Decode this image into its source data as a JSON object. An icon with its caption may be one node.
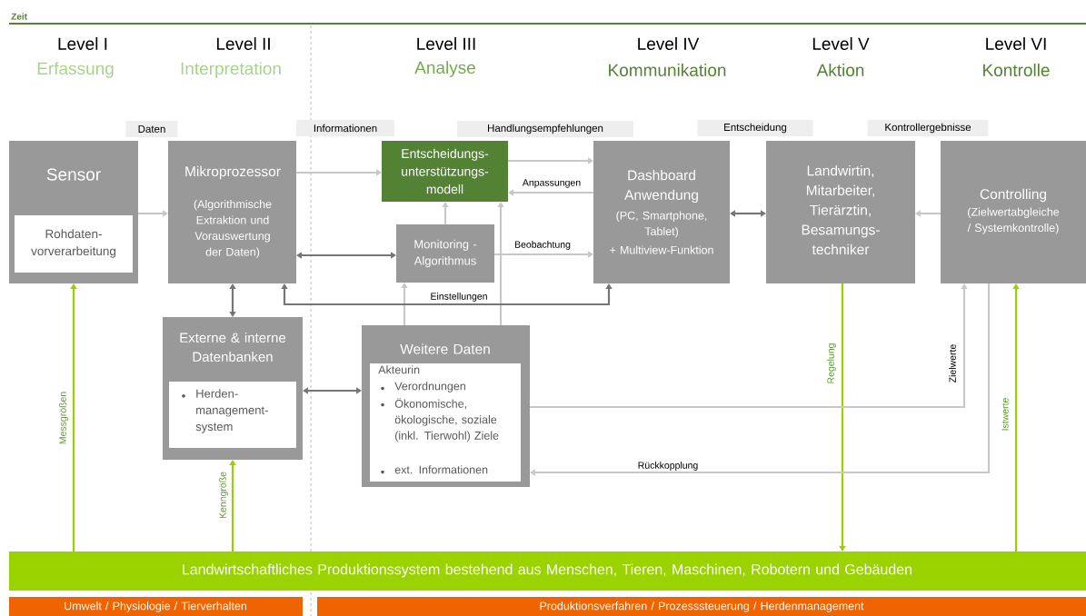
{
  "diagram": {
    "nodes": [
      {
        "text": [
          "Sensor"
        ]
      },
      {
        "text": [
          "Rohdaten- vorverarbeitung"
        ],
        "in": 0
      },
      {
        "text": [
          "Mikroprozessor",
          "(Algorithmische Extraktion und Vorauswertung der Daten)"
        ]
      },
      {
        "text": [
          "Entscheidungs- unterstützungs- modell"
        ]
      },
      {
        "text": [
          "Monitoring - Algorithmus"
        ]
      },
      {
        "text": [
          "Dashboard Anwendung",
          "(PC, Smartphone, Tablet)",
          "+ Multiview-Funktion"
        ]
      },
      {
        "text": [
          "Landwirtin, Mitarbeiter, Tierärztin, Besamungs- techniker"
        ]
      },
      {
        "text": [
          "Controlling",
          "(Zielwertabgleiche / Systemkontrolle)"
        ]
      },
      {
        "text": [
          "Externe & interne Datenbanken"
        ]
      },
      {
        "text": [
          "Herden- management- system"
        ],
        "in": 8
      },
      {
        "text": [
          "Weitere Daten"
        ]
      },
      {
        "text": [
          "Akteurin",
          "Verordnungen",
          "Ökonomische, ökologische, soziale (inkl. Tierwohl) Ziele",
          "ext. Informationen"
        ],
        "in": 10
      },
      {
        "text": [
          "Landwirtschaftliches Produktionssystem bestehend aus Menschen, Tieren, Maschinen, Robotern und Gebäuden"
        ]
      },
      {
        "text": [
          "Umwelt / Physiologie / Tierverhalten"
        ]
      },
      {
        "text": [
          "Produktionsverfahren  / Prozesssteuerung / Herdenmanagement"
        ]
      }
    ],
    "edges": [
      {
        "from": 0,
        "to": 2,
        "arrow": "to"
      },
      {
        "from": 2,
        "to": 3,
        "arrow": "to"
      },
      {
        "from": 3,
        "to": 5,
        "arrow": "to"
      },
      {
        "from": 5,
        "to": 3,
        "arrow": "to",
        "label": "Anpassungen"
      },
      {
        "from": 2,
        "to": 4,
        "arrow": "both",
        "color": "#767676"
      },
      {
        "from": 4,
        "to": 3,
        "arrow": "to"
      },
      {
        "from": 4,
        "to": 5,
        "arrow": "to",
        "label": "Beobachtung"
      },
      {
        "from": 10,
        "to": 4,
        "arrow": "to"
      },
      {
        "from": 10,
        "to": 3,
        "arrow": "to"
      },
      {
        "from": 2,
        "to": 5,
        "arrow": "both",
        "label": "Einstellungen",
        "color": "#767676"
      },
      {
        "from": 2,
        "to": 8,
        "arrow": "both",
        "color": "#767676"
      },
      {
        "from": 8,
        "to": 10,
        "arrow": "both",
        "color": "#767676"
      },
      {
        "from": 5,
        "to": 6,
        "arrow": "both",
        "color": "#767676"
      },
      {
        "from": 7,
        "to": 6,
        "arrow": "to"
      },
      {
        "from": 12,
        "to": 0,
        "arrow": "to",
        "label": "Messgrößen",
        "color": "#99d100"
      },
      {
        "from": 12,
        "to": 8,
        "arrow": "to",
        "label": "Kenngröße",
        "color": "#99d100"
      },
      {
        "from": 6,
        "to": 12,
        "arrow": "to",
        "label": "Regelung",
        "color": "#99d100"
      },
      {
        "from": 12,
        "to": 7,
        "arrow": "to",
        "label": "Istwerte",
        "color": "#99d100"
      },
      {
        "from": 10,
        "to": 7,
        "arrow": "to",
        "label": "Zielwerte"
      },
      {
        "from": 7,
        "to": 10,
        "arrow": "to",
        "label": "Rückkopplung"
      }
    ],
    "labels": [
      "Zeit",
      "Level I",
      "Erfassung",
      "Level II",
      "Interpretation",
      "Level III",
      "Analyse",
      "Level IV",
      "Kommunikation",
      "Level V",
      "Aktion",
      "Level VI",
      "Kontrolle",
      "Daten",
      "Informationen",
      "Handlungsempfehlungen",
      "Entscheidung",
      "Kontrollergebnisse"
    ]
  }
}
